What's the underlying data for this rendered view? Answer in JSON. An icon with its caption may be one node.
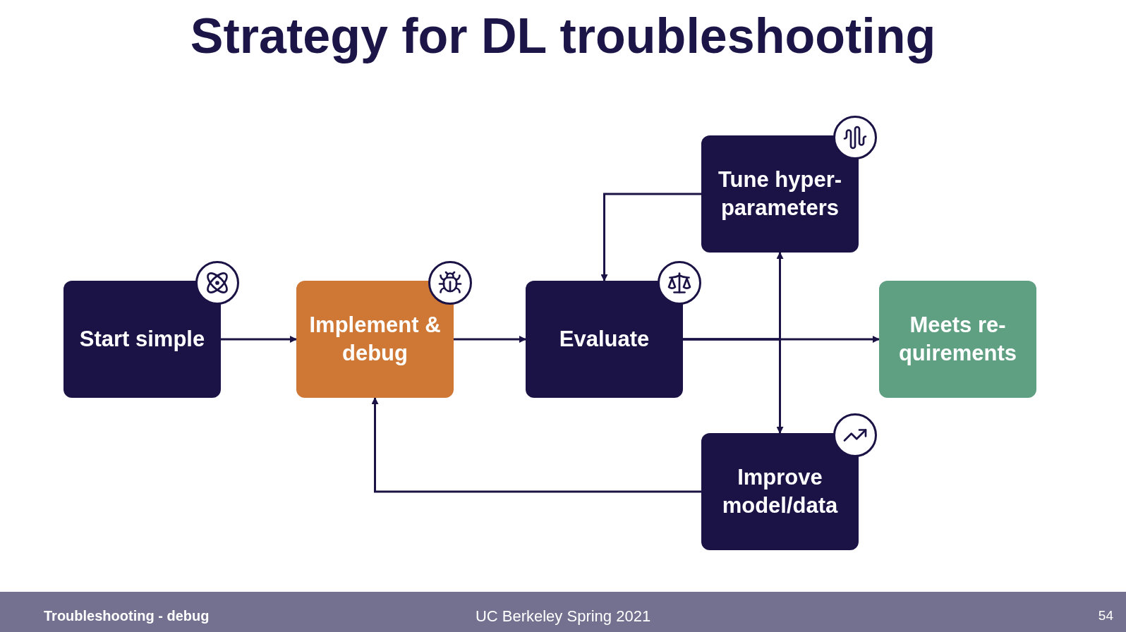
{
  "diagram": {
    "title": "Strategy for DL troubleshooting",
    "nodes": [
      {
        "text": [
          "Start simple"
        ]
      },
      {
        "text": [
          "Implement & debug"
        ]
      },
      {
        "text": [
          "Evaluate"
        ]
      },
      {
        "text": [
          "Tune hyper- parameters"
        ]
      },
      {
        "text": [
          "Meets re- quirements"
        ]
      },
      {
        "text": [
          "Improve model/data"
        ]
      }
    ],
    "edges": [
      {
        "from": 0,
        "to": 1,
        "arrow": "to"
      },
      {
        "from": 1,
        "to": 2,
        "arrow": "to"
      },
      {
        "from": 2,
        "to": 4,
        "arrow": "to"
      },
      {
        "from": 3,
        "to": 2,
        "arrow": "to"
      },
      {
        "from": 2,
        "to": 3,
        "arrow": "to"
      },
      {
        "from": 2,
        "to": 5,
        "arrow": "to"
      },
      {
        "from": 5,
        "to": 1,
        "arrow": "to"
      }
    ],
    "labels": [
      "Troubleshooting - debug",
      "UC Berkeley Spring 2021",
      "54"
    ]
  }
}
